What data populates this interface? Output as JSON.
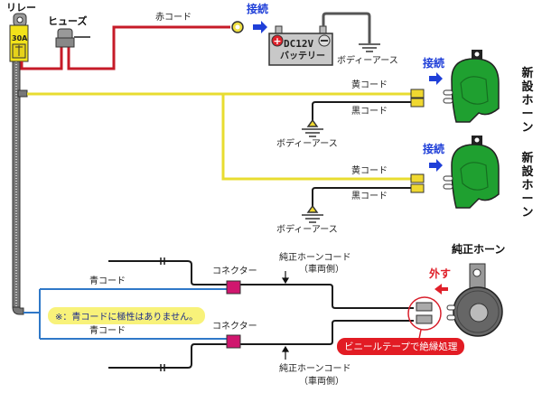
{
  "diagram": {
    "relay": {
      "label": "リレー",
      "rating": "30A"
    },
    "fuse": {
      "label": "ヒューズ"
    },
    "red_cord": {
      "label": "赤コード"
    },
    "connect_battery": {
      "label": "接続"
    },
    "battery": {
      "voltage": "DC12V",
      "label": "バッテリー",
      "plus": "+",
      "minus": "−"
    },
    "ground_battery": {
      "label": "ボディーアース"
    },
    "horn1": {
      "connect": "接続",
      "title": "新設ホーン",
      "yellow_cord": "黄コード",
      "black_cord": "黒コード",
      "ground": "ボディーアース"
    },
    "horn2": {
      "connect": "接続",
      "title": "新設ホーン",
      "yellow_cord": "黄コード",
      "black_cord": "黒コード",
      "ground": "ボディーアース"
    },
    "blue_cord_top": {
      "label": "青コード"
    },
    "blue_cord_bottom": {
      "label": "青コード"
    },
    "note": {
      "text": "※：青コードに極性はありません。"
    },
    "connector_top": {
      "label": "コネクター"
    },
    "connector_bottom": {
      "label": "コネクター"
    },
    "oem_cord_top": {
      "line1": "純正ホーンコード",
      "line2": "（車両側）"
    },
    "oem_cord_bottom": {
      "line1": "純正ホーンコード",
      "line2": "（車両側）"
    },
    "oem_horn": {
      "title": "純正ホーン",
      "remove": "外す"
    },
    "insulate_note": {
      "text": "ビニールテープで絶縁処理"
    },
    "colors": {
      "red_wire": "#d8202c",
      "yellow_wire": "#ecdf3a",
      "blue_wire": "#2f78c8",
      "black_wire": "#1a1a1a",
      "horn_green": "#1fa030",
      "accent_blue": "#1f3fd8",
      "accent_red": "#e0202a",
      "connector_pink": "#d0166e"
    }
  }
}
